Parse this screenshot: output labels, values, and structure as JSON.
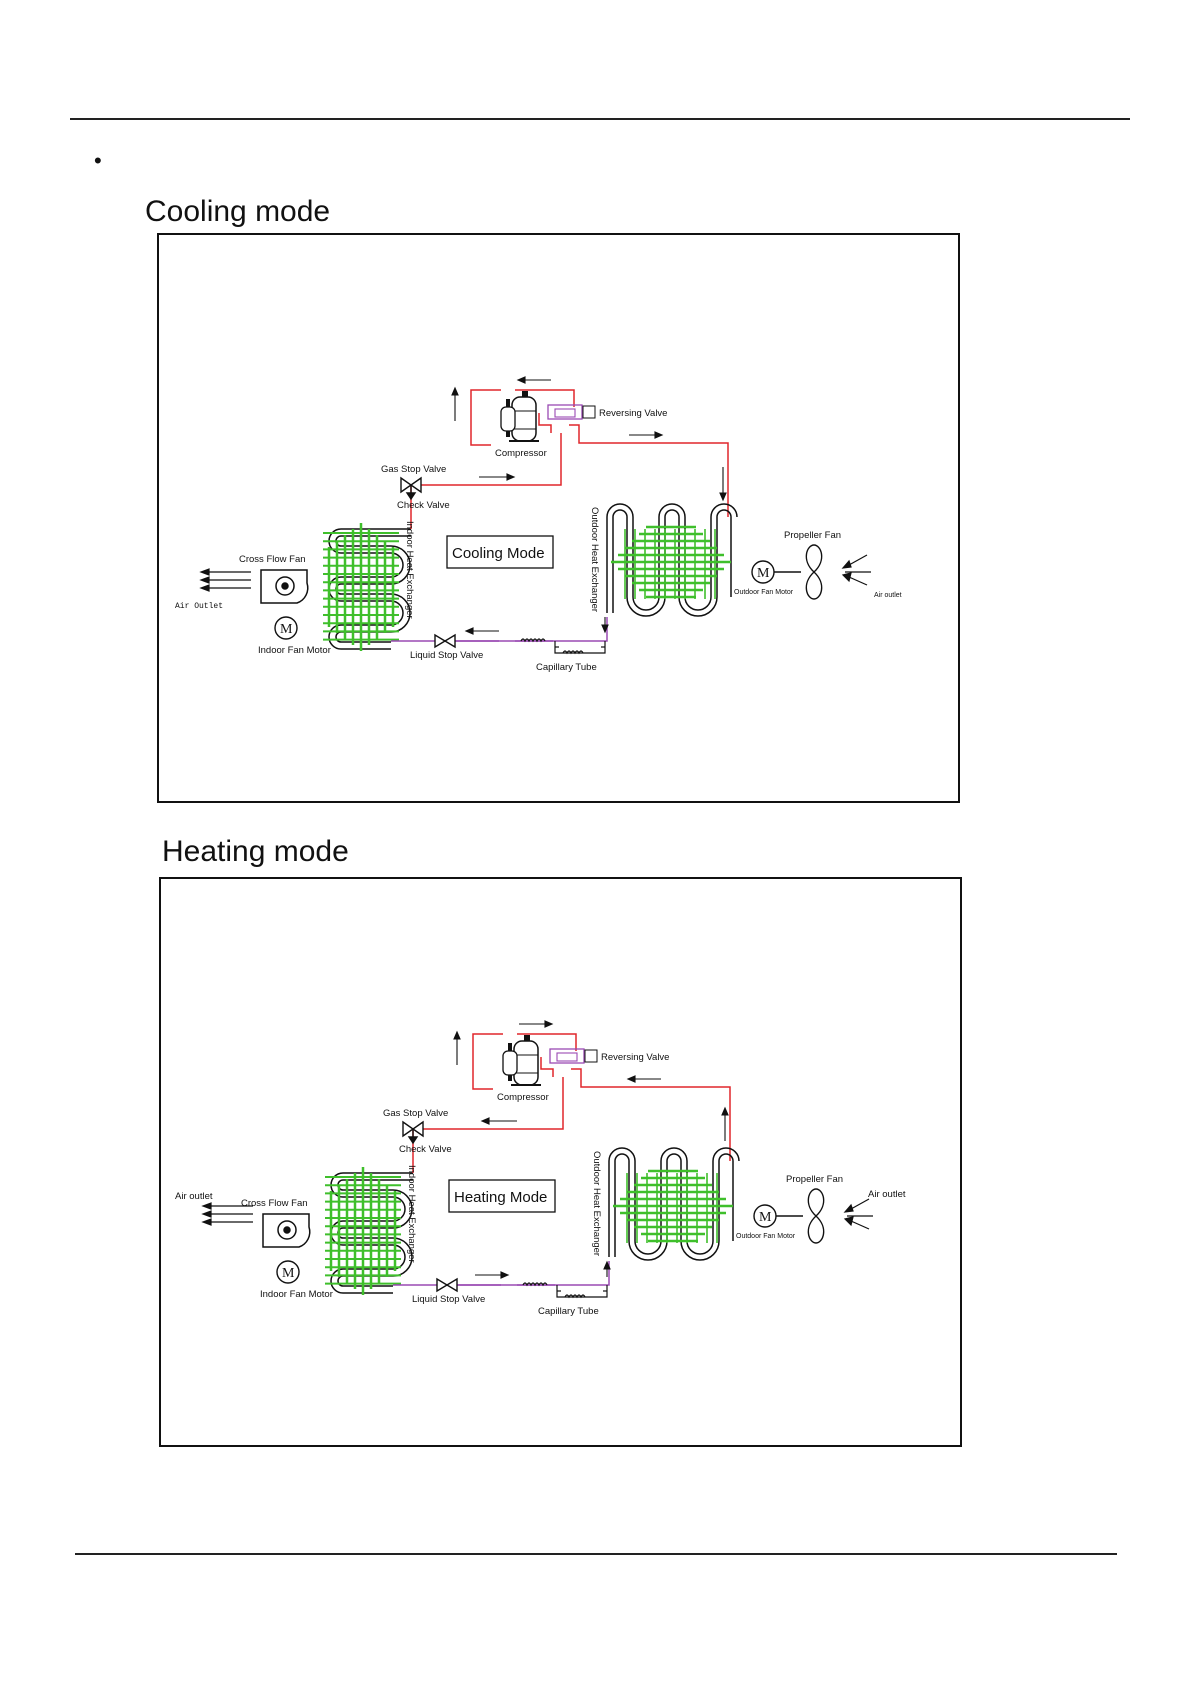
{
  "page": {
    "bullet": "•"
  },
  "diagrams": [
    {
      "id": "cooling",
      "section_title": "Cooling mode",
      "mode_label": "Cooling Mode",
      "left_air_label": "Air Outlet",
      "labels": {
        "reversing_valve": "Reversing Valve",
        "compressor": "Compressor",
        "gas_stop_valve": "Gas Stop Valve",
        "check_valve": "Check Valve",
        "indoor_heat_exchanger": "Indoor Heat Exchanger",
        "outdoor_heat_exchanger": "Outdoor Heat Exchanger",
        "cross_flow_fan": "Cross Flow Fan",
        "indoor_fan_motor": "Indoor Fan Motor",
        "liquid_stop_valve": "Liquid Stop Valve",
        "capillary_tube": "Capillary Tube",
        "propeller_fan": "Propeller Fan",
        "outdoor_fan_motor": "Outdoor Fan Motor",
        "right_air_outlet": "Air outlet",
        "motor_symbol": "M"
      },
      "flow": {
        "compressor_left_arrow": "up",
        "top_pipe_arrow": "left",
        "gas_line_arrow": "right",
        "to_outdoor_arrow": "right",
        "outdoor_down_arrow": "down",
        "liquid_line_arrow": "left"
      },
      "colors": {
        "hot_gas": "#e0262b",
        "liquid": "#9a4ab3",
        "fins": "#3fbf2b",
        "pipe": "#111111"
      }
    },
    {
      "id": "heating",
      "section_title": "Heating mode",
      "mode_label": "Heating Mode",
      "left_air_label": "Air outlet",
      "labels": {
        "reversing_valve": "Reversing Valve",
        "compressor": "Compressor",
        "gas_stop_valve": "Gas Stop Valve",
        "check_valve": "Check Valve",
        "indoor_heat_exchanger": "Indoor Heat Exchanger",
        "outdoor_heat_exchanger": "Outdoor Heat Exchanger",
        "cross_flow_fan": "Cross Flow Fan",
        "indoor_fan_motor": "Indoor Fan Motor",
        "liquid_stop_valve": "Liquid Stop Valve",
        "capillary_tube": "Capillary Tube",
        "propeller_fan": "Propeller Fan",
        "outdoor_fan_motor": "Outdoor Fan Motor",
        "right_air_outlet": "Air outlet",
        "motor_symbol": "M"
      },
      "flow": {
        "compressor_left_arrow": "up",
        "top_pipe_arrow": "right",
        "gas_line_arrow": "left",
        "to_outdoor_arrow": "left",
        "outdoor_down_arrow": "up",
        "liquid_line_arrow": "right"
      },
      "colors": {
        "hot_gas": "#e0262b",
        "liquid": "#9a4ab3",
        "fins": "#3fbf2b",
        "pipe": "#111111"
      }
    }
  ]
}
